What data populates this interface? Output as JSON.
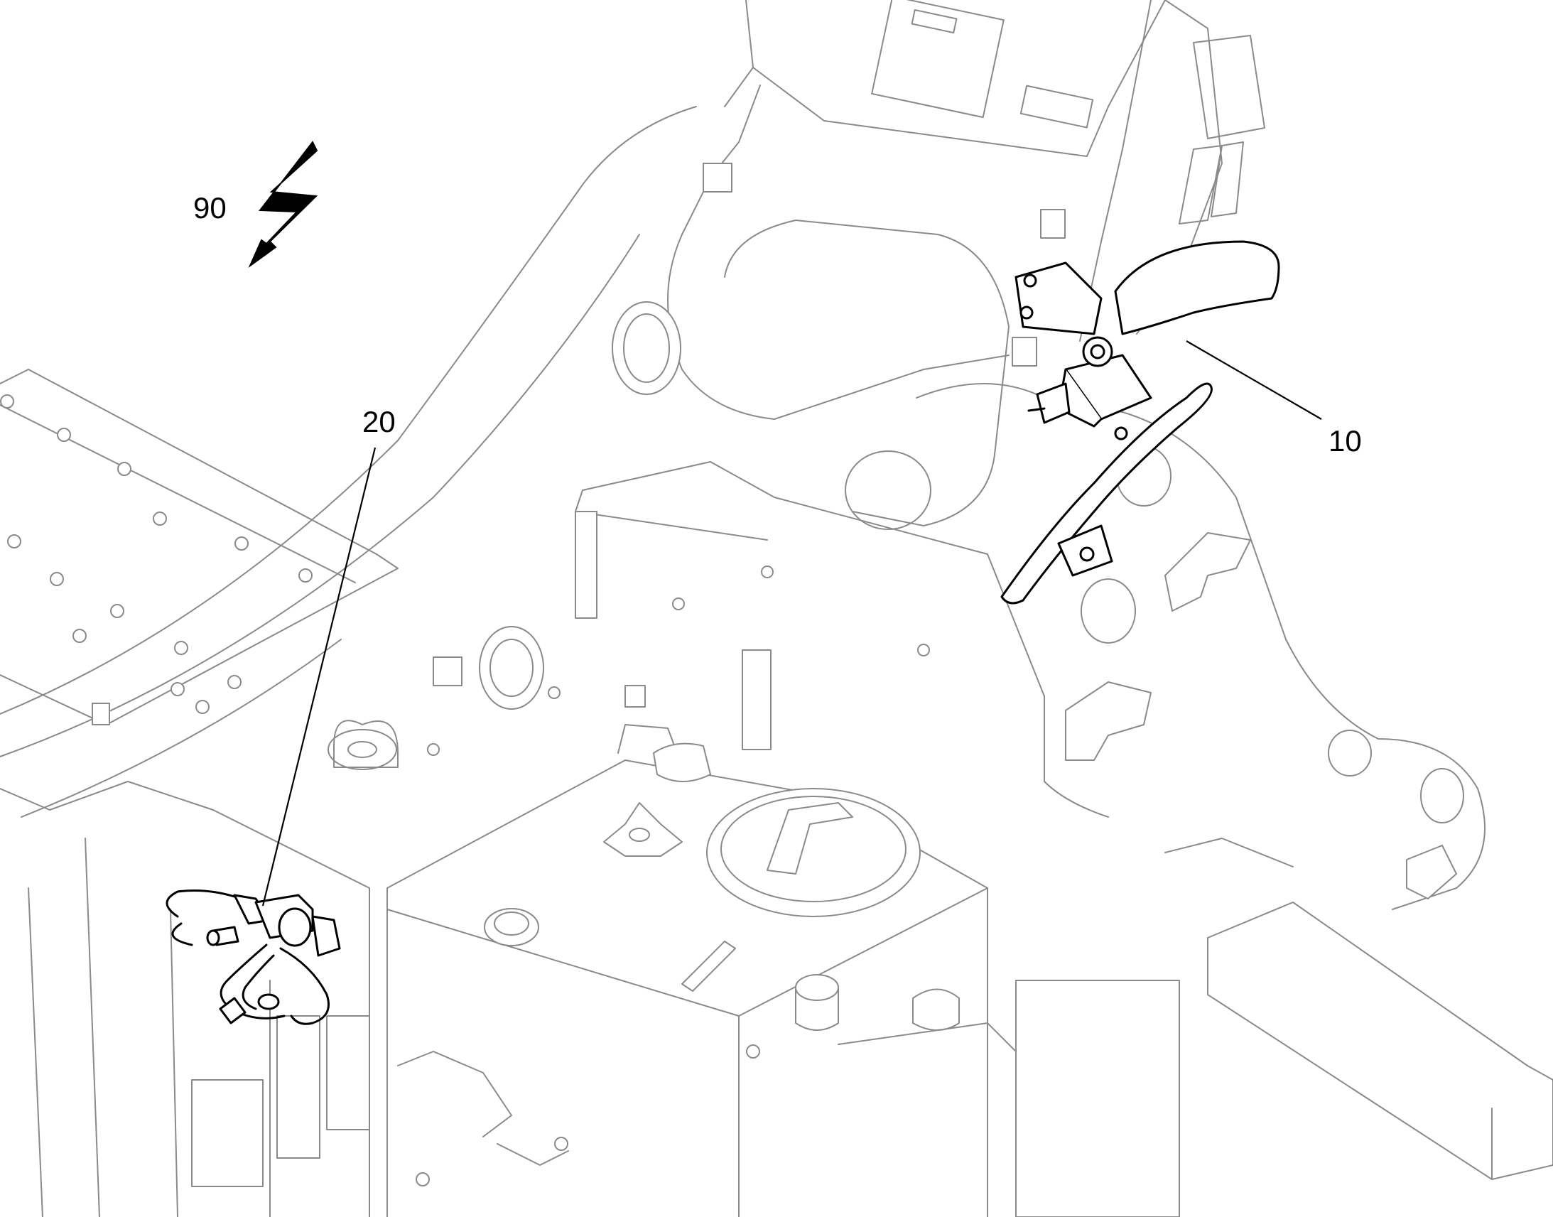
{
  "callouts": {
    "c10": "10",
    "c20": "20",
    "c90": "90"
  },
  "colors": {
    "ghost_lines": "#8a8a8a",
    "highlight_lines": "#000000",
    "background": "#ffffff"
  },
  "icons": {
    "lightning": "lightning-bolt-icon"
  }
}
